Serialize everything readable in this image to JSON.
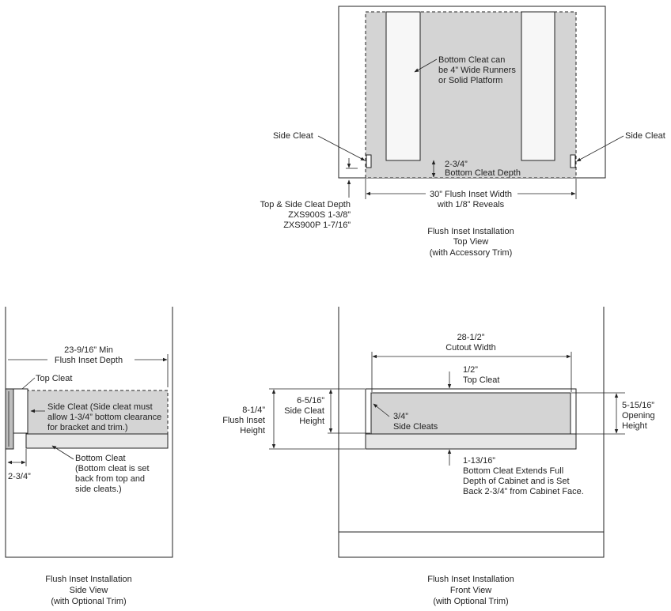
{
  "colors": {
    "cleat_gray": "#d4d4d4",
    "light_gray": "#e6e6e6",
    "line": "#222222",
    "background": "#ffffff"
  },
  "top_view": {
    "note_line1": "Bottom Cleat can",
    "note_line2": "be 4” Wide Runners",
    "note_line3": "or Solid Platform",
    "side_cleat_left": "Side Cleat",
    "side_cleat_right": "Side Cleat",
    "bottom_depth_value": "2-3/4”",
    "bottom_depth_label": "Bottom Cleat Depth",
    "cleat_depth_line1": "Top & Side Cleat Depth",
    "cleat_depth_line2": "ZXS900S  1-3/8”",
    "cleat_depth_line3": "ZXS900P  1-7/16”",
    "width_line1": "30” Flush Inset Width",
    "width_line2": "with 1/8” Reveals",
    "caption_line1": "Flush Inset Installation",
    "caption_line2": "Top View",
    "caption_line3": "(with Accessory Trim)"
  },
  "side_view": {
    "depth_line1": "23-9/16” Min",
    "depth_line2": "Flush Inset Depth",
    "top_cleat": "Top Cleat",
    "side_cleat_line1": "Side Cleat (Side cleat must",
    "side_cleat_line2": "allow 1-3/4” bottom clearance",
    "side_cleat_line3": "for bracket and trim.)",
    "bottom_cleat_line1": "Bottom Cleat",
    "bottom_cleat_line2": "(Bottom cleat is set",
    "bottom_cleat_line3": "back from top and",
    "bottom_cleat_line4": "side cleats.)",
    "setback": "2-3/4”",
    "caption_line1": "Flush Inset Installation",
    "caption_line2": "Side View",
    "caption_line3": "(with Optional Trim)"
  },
  "front_view": {
    "cutout_line1": "28-1/2”",
    "cutout_line2": "Cutout Width",
    "top_cleat_value": "1/2”",
    "top_cleat_label": "Top Cleat",
    "inset_height_line1": "8-1/4”",
    "inset_height_line2": "Flush Inset",
    "inset_height_line3": "Height",
    "side_cleat_height_line1": "6-5/16”",
    "side_cleat_height_line2": "Side Cleat",
    "side_cleat_height_line3": "Height",
    "side_cleats_value": "3/4”",
    "side_cleats_label": "Side Cleats",
    "opening_line1": "5-15/16”",
    "opening_line2": "Opening",
    "opening_line3": "Height",
    "bottom_line1": "1-13/16”",
    "bottom_line2": "Bottom Cleat Extends Full",
    "bottom_line3": "Depth of Cabinet and is Set",
    "bottom_line4": "Back 2-3/4” from Cabinet Face.",
    "caption_line1": "Flush Inset Installation",
    "caption_line2": "Front View",
    "caption_line3": "(with Optional Trim)"
  }
}
